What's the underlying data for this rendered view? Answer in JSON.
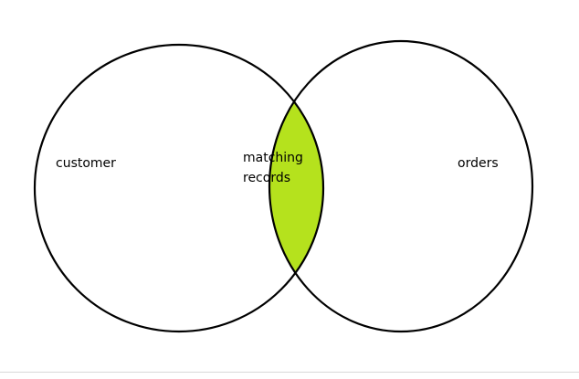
{
  "venn": {
    "left_set_label": "customer",
    "right_set_label": "orders",
    "intersection_label_line1": "matching",
    "intersection_label_line2": "records"
  },
  "colors": {
    "intersection_fill": "#b5e21d",
    "outline": "#000000",
    "background": "#ffffff"
  }
}
